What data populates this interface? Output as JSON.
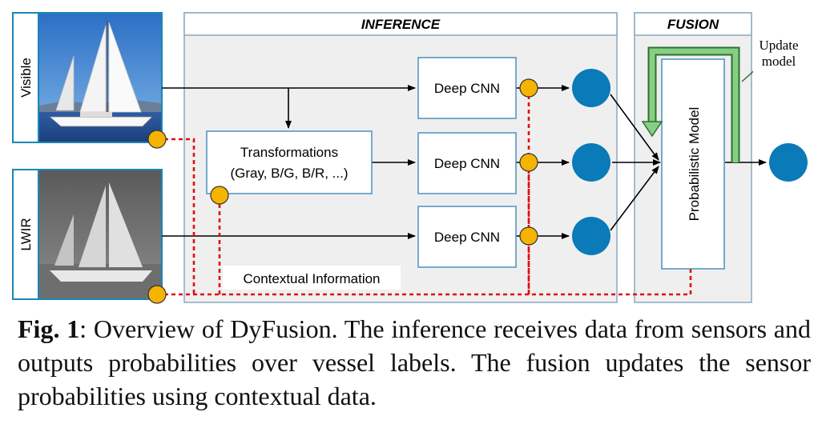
{
  "sensors": {
    "visible_label": "Visible",
    "lwir_label": "LWIR"
  },
  "inference": {
    "title": "INFERENCE",
    "transform_line1": "Transformations",
    "transform_line2": "(Gray, B/G, B/R, ...)",
    "cnn_labels": [
      "Deep CNN",
      "Deep CNN",
      "Deep CNN"
    ],
    "context_label": "Contextual Information"
  },
  "fusion": {
    "title": "FUSION",
    "model_label": "Probabilistic Model",
    "update_line1": "Update",
    "update_line2": "model"
  },
  "caption": {
    "fig_label": "Fig. 1",
    "text": ": Overview of DyFusion. The inference receives data from sensors and outputs probabilities over vessel labels. The fusion updates the sensor probabilities using contextual data."
  },
  "colors": {
    "node_blue": "#0a7ab8",
    "context_dot": "#f5b400",
    "dashed_red": "#e01010",
    "update_green": "#7cc47c",
    "frame_blue": "#1a86b8",
    "panel_fill": "#efefef"
  }
}
